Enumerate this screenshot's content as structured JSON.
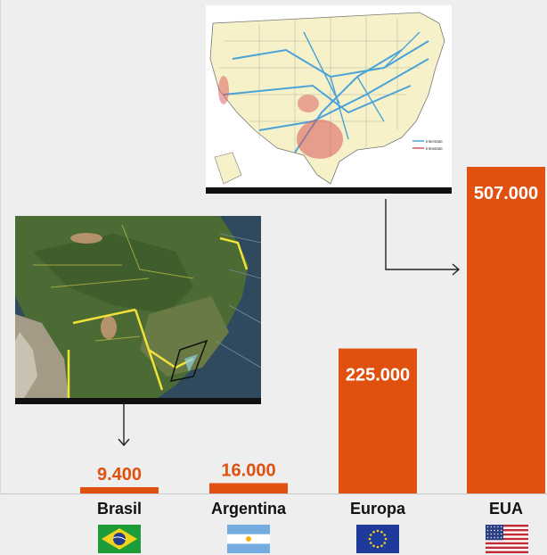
{
  "chart_data": {
    "type": "bar",
    "categories": [
      "Brasil",
      "Argentina",
      "Europa",
      "EUA"
    ],
    "values": [
      9400,
      16000,
      225000,
      507000
    ],
    "value_labels": [
      "9.400",
      "16.000",
      "225.000",
      "507.000"
    ],
    "title": "",
    "xlabel": "",
    "ylabel": "",
    "ylim": [
      0,
      507000
    ],
    "grid": false,
    "legend": "none"
  },
  "colors": {
    "bar": "#e0500f",
    "label_on_bar": "#ffffff",
    "label_above_bar": "#e0500f",
    "background": "#eeeeef"
  },
  "images": {
    "brazil_map": "map-of-brazil-pipeline-network",
    "usa_map": "map-of-usa-pipeline-network"
  },
  "usa_map_legend": [
    "Interstate",
    "Intrastate"
  ],
  "flags": [
    "brazil-flag",
    "argentina-flag",
    "eu-flag",
    "usa-flag"
  ]
}
